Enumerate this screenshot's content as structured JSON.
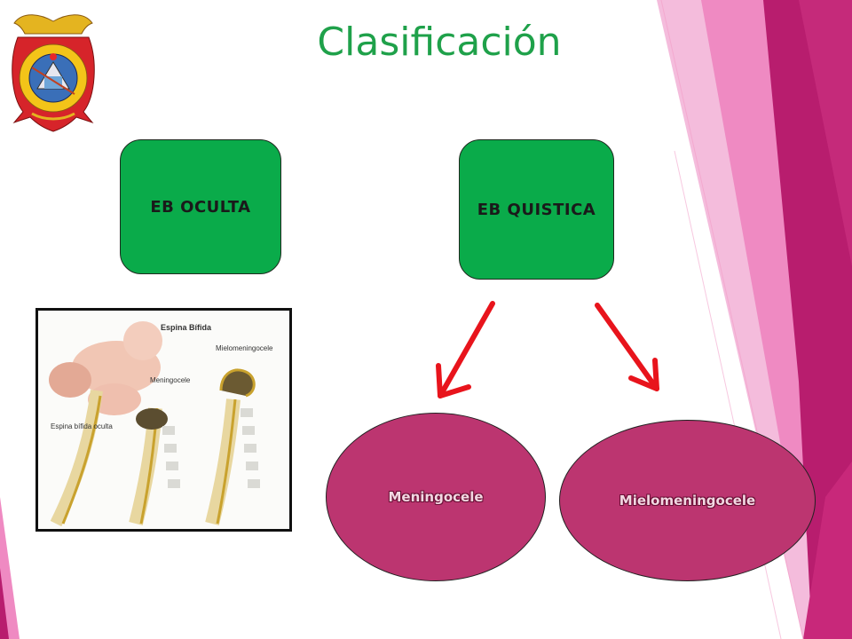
{
  "slide": {
    "title": "Clasificación"
  },
  "diagram": {
    "box_left": "EB OCULTA",
    "box_right": "EB QUISTICA",
    "oval_left": "Meningocele",
    "oval_right": "Mielomeningocele"
  },
  "illustration": {
    "label_main": "Espina Bífida",
    "label_mielo": "Mielomeningocele",
    "label_meningo": "Meningocele",
    "label_oculta": "Espina bífida oculta"
  },
  "colors": {
    "title": "#1fa14a",
    "box_fill": "#0aab4a",
    "oval_fill": "#bc3570",
    "arrow": "#e8141c",
    "magenta_dark": "#b81d6e",
    "magenta_light": "#ef8ac2"
  }
}
